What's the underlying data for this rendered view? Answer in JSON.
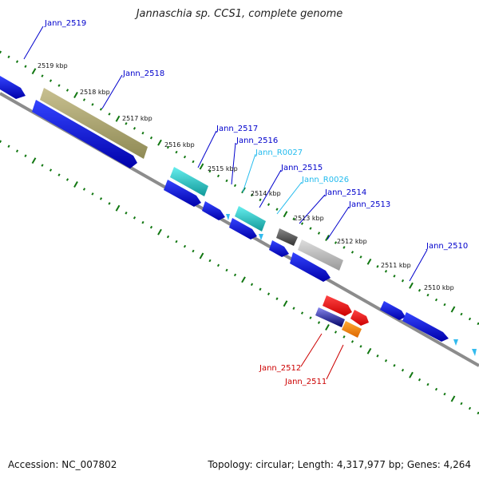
{
  "title": "Jannaschia sp. CCS1, complete genome",
  "footer": {
    "accession": "Accession: NC_007802",
    "summary": "Topology: circular; Length: 4,317,977 bp; Genes: 4,264"
  },
  "colors": {
    "cds": "#0000ee",
    "rna": "#22cccc",
    "label_blue": "#0000cc",
    "label_cyan": "#22bbee",
    "label_red": "#cc0000",
    "ticks": "#117711",
    "backbone": "#888888"
  },
  "scale_labels": [
    "2519 kbp",
    "2518 kbp",
    "2517 kbp",
    "2516 kbp",
    "2515 kbp",
    "2514 kbp",
    "2513 kbp",
    "2512 kbp",
    "2511 kbp",
    "2510 kbp"
  ],
  "gene_labels": [
    {
      "text": "Jann_2519",
      "color": "blue"
    },
    {
      "text": "Jann_2518",
      "color": "blue"
    },
    {
      "text": "Jann_2517",
      "color": "blue"
    },
    {
      "text": "Jann_2516",
      "color": "blue"
    },
    {
      "text": "Jann_R0027",
      "color": "cyan"
    },
    {
      "text": "Jann_2515",
      "color": "blue"
    },
    {
      "text": "Jann_R0026",
      "color": "cyan"
    },
    {
      "text": "Jann_2514",
      "color": "blue"
    },
    {
      "text": "Jann_2513",
      "color": "blue"
    },
    {
      "text": "Jann_2510",
      "color": "blue"
    },
    {
      "text": "Jann_2512",
      "color": "red"
    },
    {
      "text": "Jann_2511",
      "color": "red"
    }
  ]
}
